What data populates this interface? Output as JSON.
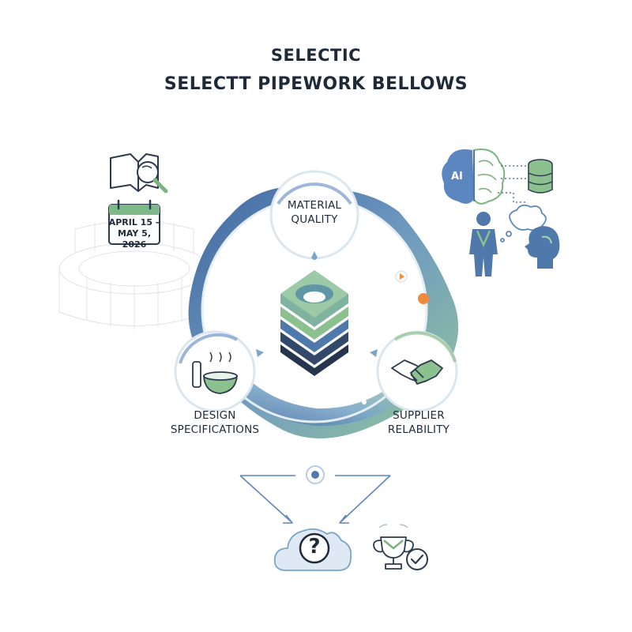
{
  "header": {
    "title_line1": "SELECTIC",
    "title_line2": "SELECTT PIPEWORK BELLOWS"
  },
  "cycle": {
    "nodes": [
      {
        "label_line1": "MATERIAL",
        "label_line2": "QUALITY"
      },
      {
        "label_line1": "DESIGN",
        "label_line2": "SPECIFICATIONS"
      },
      {
        "label_line1": "SUPPLIER",
        "label_line2": "RELABILITY"
      }
    ]
  },
  "calendar": {
    "line1": "APRIL 15 –",
    "line2": "MAY 5, 2026"
  },
  "ai_badge": {
    "text": "AI"
  },
  "cloud": {
    "symbol": "?"
  },
  "icons": [
    "book-magnifier-icon",
    "calendar-icon",
    "stadium-sketch-icon",
    "ai-brain-icon",
    "database-icon",
    "person-icon",
    "thought-bubble-icon",
    "head-profile-icon",
    "layer-stack-icon",
    "food-bowl-icon",
    "handshake-icon",
    "question-cloud-icon",
    "trophy-icon",
    "check-circle-icon"
  ],
  "colors": {
    "primary_blue": "#4f78ab",
    "green": "#8cc08f",
    "dark_navy": "#26354d",
    "orange_accent": "#f08a3c",
    "text": "#1f2a38"
  }
}
